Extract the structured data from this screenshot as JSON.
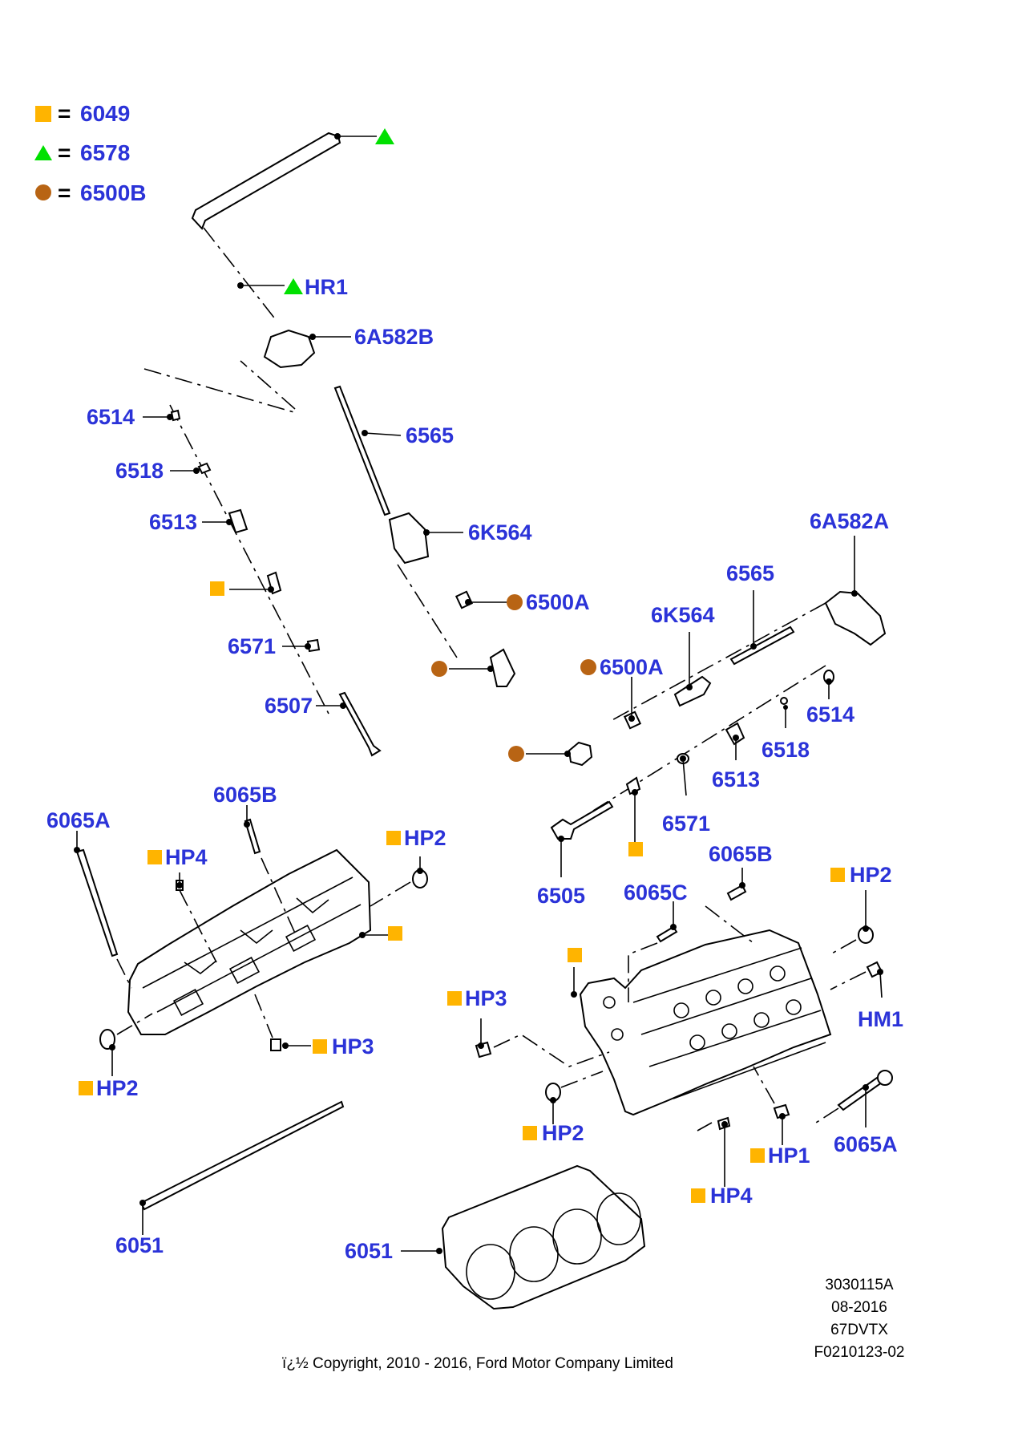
{
  "colors": {
    "label": "#2b33d8",
    "square": "#ffb400",
    "triangle": "#00e000",
    "circle": "#b86414"
  },
  "legend": [
    {
      "shape": "square",
      "equals": "=",
      "code": "6049"
    },
    {
      "shape": "triangle",
      "equals": "=",
      "code": "6578"
    },
    {
      "shape": "circle",
      "equals": "=",
      "code": "6500B"
    }
  ],
  "labels": {
    "hr1": "HR1",
    "l_6a582b": "6A582B",
    "l_6514_a": "6514",
    "l_6565_a": "6565",
    "l_6518_a": "6518",
    "l_6513_a": "6513",
    "l_6k564_a": "6K564",
    "l_6500a_a": "6500A",
    "l_6571_a": "6571",
    "l_6507": "6507",
    "l_6a582a": "6A582A",
    "l_6565_b": "6565",
    "l_6k564_b": "6K564",
    "l_6500a_b": "6500A",
    "l_6514_b": "6514",
    "l_6518_b": "6518",
    "l_6513_b": "6513",
    "l_6571_b": "6571",
    "l_6505": "6505",
    "l_6065a_a": "6065A",
    "l_6065b_a": "6065B",
    "l_hp2_a": "HP2",
    "l_hp4_a": "HP4",
    "l_hp3_a": "HP3",
    "l_hp2_b": "HP2",
    "l_6065b_b": "6065B",
    "l_6065c": "6065C",
    "l_hp2_c": "HP2",
    "l_hp3_b": "HP3",
    "l_hm1": "HM1",
    "l_hp2_d": "HP2",
    "l_hp1": "HP1",
    "l_6065a_b": "6065A",
    "l_hp4_b": "HP4",
    "l_6051_a": "6051",
    "l_6051_b": "6051"
  },
  "footer": {
    "ref_lines": [
      "3030115A",
      "08-2016",
      "67DVTX",
      "F0210123-02"
    ],
    "copyright": "ï¿½ Copyright, 2010 - 2016, Ford Motor Company Limited"
  }
}
